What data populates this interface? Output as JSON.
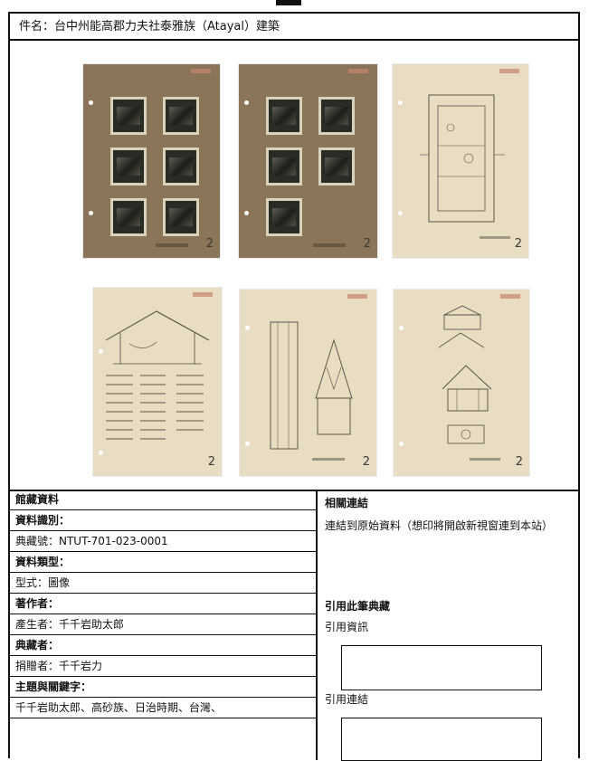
{
  "title": "件名：台中州能高郡力夫社泰雅族（Atayal）建築",
  "sheets": [
    {
      "kind": "photo",
      "page": "2"
    },
    {
      "kind": "photo",
      "page": "2"
    },
    {
      "kind": "drawing",
      "page": "2"
    },
    {
      "kind": "drawing",
      "page": "2"
    },
    {
      "kind": "drawing",
      "page": "2"
    },
    {
      "kind": "drawing",
      "page": "2"
    }
  ],
  "metadata": {
    "section_title": "館藏資料",
    "data_id_label": "資料識別：",
    "call_number": "典藏號：NTUT-701-023-0001",
    "data_type_label": "資料類型：",
    "format": "型式：圖像",
    "creator_label": "著作者：",
    "producer": "產生者：千千岩助太郎",
    "collector_label": "典藏者：",
    "donor": "捐贈者：千千岩力",
    "subject_label": "主題與關鍵字：",
    "keywords": "千千岩助太郎、高砂族、日治時期、台灣、"
  },
  "related": {
    "title": "相關連結",
    "text": "連結到原始資料（想印將開啟新視窗連到本站）",
    "cite_title": "引用此筆典藏",
    "cite_info_label": "引用資訊",
    "cite_link_label": "引用連結"
  },
  "colors": {
    "photo_board": "#8a7559",
    "drawing_paper": "#e8dcc2",
    "stamp": "#c8846b"
  }
}
